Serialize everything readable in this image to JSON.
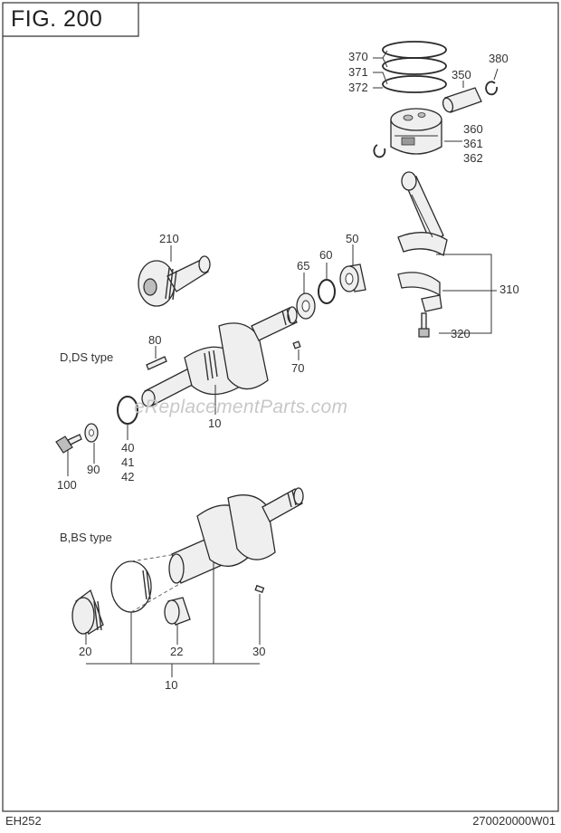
{
  "figure": {
    "title": "FIG. 200"
  },
  "footer": {
    "model": "EH252",
    "code": "270020000W01"
  },
  "watermark": "eReplacementParts.com",
  "sections": {
    "ds_type": "D,DS type",
    "bs_type": "B,BS type"
  },
  "callouts": {
    "p370": "370",
    "p371": "371",
    "p372": "372",
    "p380": "380",
    "p350": "350",
    "p360": "360",
    "p361": "361",
    "p362": "362",
    "p210": "210",
    "p65": "65",
    "p60": "60",
    "p50": "50",
    "p310": "310",
    "p320": "320",
    "p80": "80",
    "p70": "70",
    "p10a": "10",
    "p40": "40",
    "p41": "41",
    "p42": "42",
    "p90": "90",
    "p100": "100",
    "p20": "20",
    "p22": "22",
    "p30": "30",
    "p10b": "10"
  }
}
